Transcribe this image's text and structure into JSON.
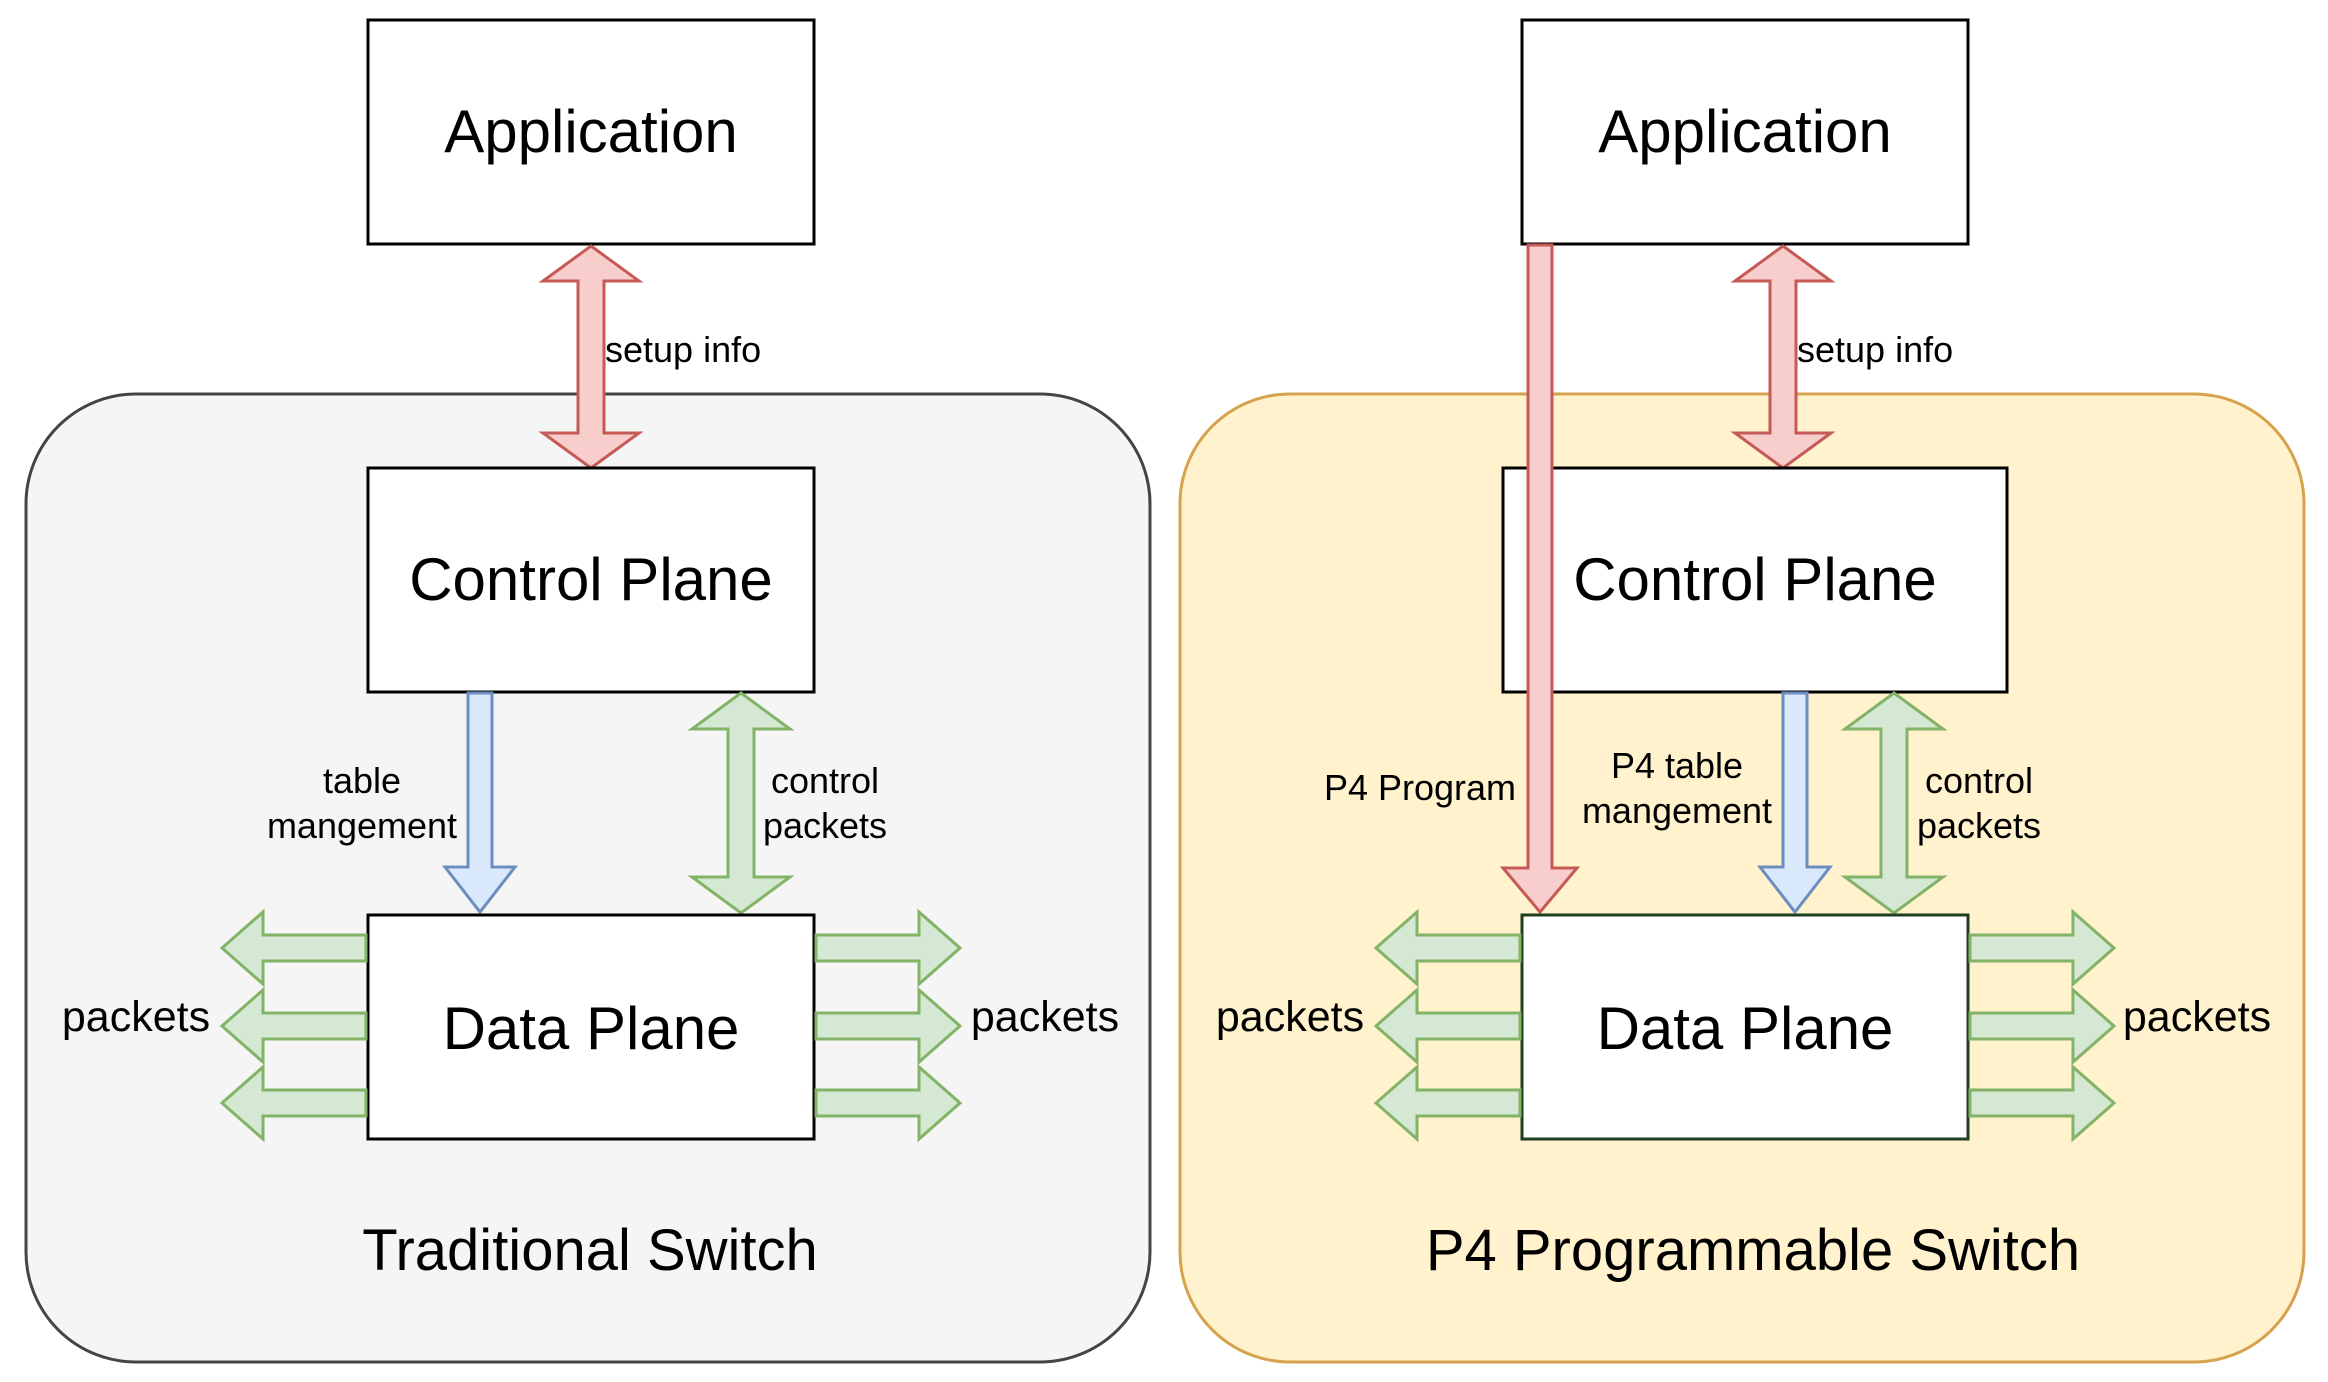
{
  "left": {
    "container_title": "Traditional Switch",
    "application": "Application",
    "control_plane": "Control Plane",
    "data_plane": "Data Plane",
    "setup_label": "setup info",
    "table_label_1": "table",
    "table_label_2": "mangement",
    "control_label_1": "control",
    "control_label_2": "packets",
    "packets_left": "packets",
    "packets_right": "packets"
  },
  "right": {
    "container_title": "P4 Programmable Switch",
    "application": "Application",
    "control_plane": "Control Plane",
    "data_plane": "Data Plane",
    "setup_label": "setup info",
    "p4_program_label": "P4 Program",
    "table_label_1": "P4 table",
    "table_label_2": "mangement",
    "control_label_1": "control",
    "control_label_2": "packets",
    "packets_left": "packets",
    "packets_right": "packets"
  },
  "colors": {
    "left_container_fill": "#f5f5f5",
    "left_container_stroke": "#444444",
    "right_container_fill": "#fff2cc",
    "right_container_stroke": "#d6a24e",
    "red_fill": "#f8cecc",
    "red_stroke": "#c55a57",
    "blue_fill": "#dae8fc",
    "blue_stroke": "#6c8ebf",
    "green_fill": "#d5e8d4",
    "green_stroke": "#82b366"
  }
}
